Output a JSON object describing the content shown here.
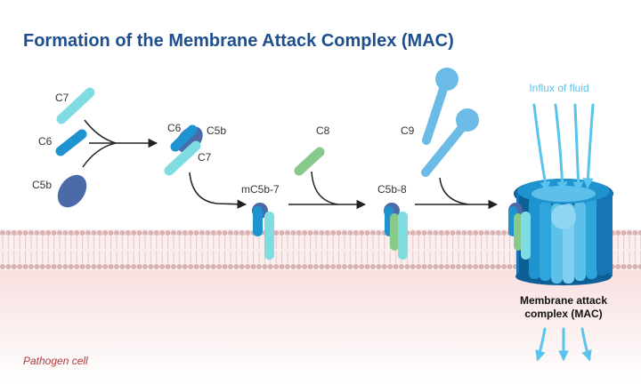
{
  "title": "Formation of the Membrane Attack Complex (MAC)",
  "labels": {
    "c7": "C7",
    "c6": "C6",
    "c5b": "C5b",
    "c6_complex": "C6",
    "c5b_complex": "C5b",
    "c7_complex": "C7",
    "c8": "C8",
    "c9": "C9",
    "mc5b7": "mC5b-7",
    "c5b8": "C5b-8",
    "influx": "Influx of fluid",
    "mac_line1": "Membrane attack",
    "mac_line2": "complex (MAC)",
    "pathogen": "Pathogen cell"
  },
  "colors": {
    "title": "#1f4e8c",
    "c5b": "#4a6aa8",
    "c6": "#1e93cf",
    "c7": "#7fdde2",
    "c8": "#86c98a",
    "c9": "#6bbbe6",
    "influx": "#58c3ec",
    "membrane_head": "#d9b3b3",
    "pathogen_text": "#b23a3a"
  }
}
